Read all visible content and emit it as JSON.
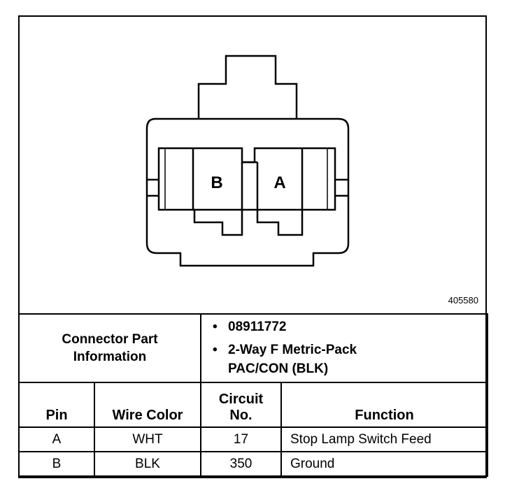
{
  "figure": {
    "id_label": "405580",
    "pins": [
      {
        "label": "B"
      },
      {
        "label": "A"
      }
    ]
  },
  "connector_info": {
    "label_line1": "Connector Part",
    "label_line2": "Information",
    "bullet_glyph": "•",
    "part_number": "08911772",
    "description_line1": "2-Way F Metric-Pack",
    "description_line2": "PAC/CON (BLK)"
  },
  "table": {
    "headers": {
      "pin": "Pin",
      "wire_color": "Wire Color",
      "circuit_line1": "Circuit",
      "circuit_line2": "No.",
      "function": "Function"
    },
    "rows": [
      {
        "pin": "A",
        "wire_color": "WHT",
        "circuit": "17",
        "function": "Stop Lamp Switch Feed"
      },
      {
        "pin": "B",
        "wire_color": "BLK",
        "circuit": "350",
        "function": "Ground"
      }
    ]
  }
}
